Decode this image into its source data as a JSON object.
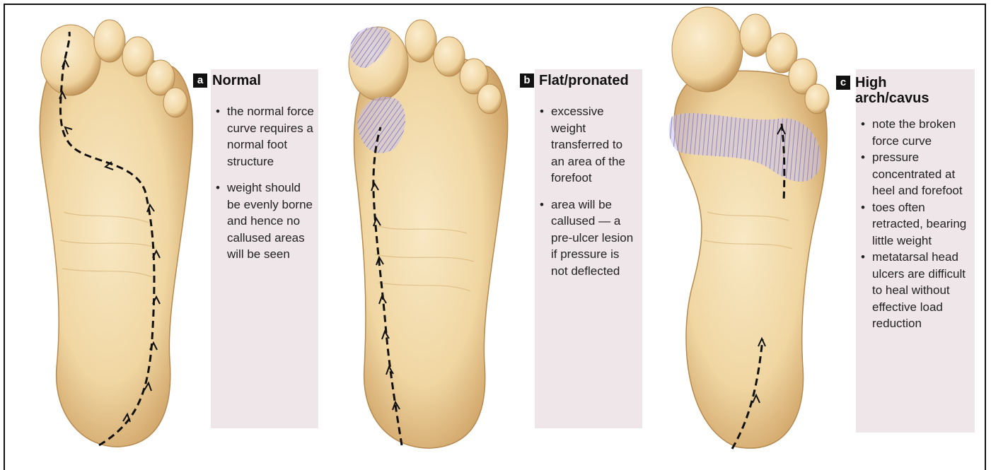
{
  "panels": [
    {
      "letter": "a",
      "title": "Normal",
      "bullets": [
        "the normal force curve requires a normal foot structure",
        "weight should be evenly borne and hence no callused areas will be seen"
      ]
    },
    {
      "letter": "b",
      "title": "Flat/pronated",
      "bullets": [
        "excessive weight transferred to an area of the forefoot",
        "area will be callused — a pre-ulcer lesion if pressure is not deflected"
      ]
    },
    {
      "letter": "c",
      "title": "High arch/cavus",
      "bullets": [
        "note the broken force curve",
        "pressure concentrated at heel and forefoot",
        "toes often retracted, bearing little weight",
        "metatarsal head ulcers are difficult to heal without effective load reduction"
      ]
    }
  ],
  "colors": {
    "skin": "#f2d9a8",
    "skin_shadow": "#d9b47a",
    "callus": "#a8a0d4",
    "panel": "#efe6e9"
  }
}
